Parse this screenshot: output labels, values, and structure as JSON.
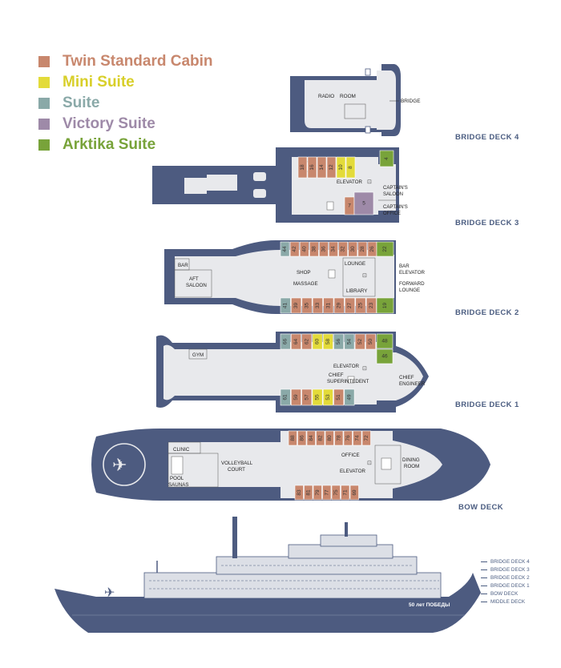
{
  "colors": {
    "twin": "#c8876d",
    "mini": "#e3db3a",
    "suite": "#8aa9a8",
    "victory": "#9e8aa8",
    "arktika": "#78a33a",
    "hull": "#4d5b80",
    "deck_floor": "#e8e9ec",
    "text": "#4a5c80"
  },
  "legend": [
    {
      "label": "Twin Standard Cabin",
      "color": "#c8876d"
    },
    {
      "label": "Mini Suite",
      "color": "#e3db3a"
    },
    {
      "label": "Suite",
      "color": "#8aa9a8"
    },
    {
      "label": "Victory Suite",
      "color": "#9e8aa8"
    },
    {
      "label": "Arktika Suite",
      "color": "#78a33a"
    }
  ],
  "deck_titles": {
    "bridge4": "BRIDGE DECK 4",
    "bridge3": "BRIDGE DECK 3",
    "bridge2": "BRIDGE DECK 2",
    "bridge1": "BRIDGE DECK 1",
    "bow": "BOW DECK"
  },
  "rooms": {
    "radio": "RADIO",
    "room": "ROOM",
    "bridge": "BRIDGE",
    "elevator": "ELEVATOR",
    "captains_saloon": "CAPTAIN'S SALOON",
    "captains_office": "CAPTAIN'S OFFICE",
    "bar": "BAR",
    "aft_saloon": "AFT SALOON",
    "shop": "SHOP",
    "massage": "MASSAGE",
    "lounge": "LOUNGE",
    "library": "LIBRARY",
    "bar_elevator": "BAR ELEVATOR",
    "forward_lounge": "FORWARD LOUNGE",
    "gym": "GYM",
    "chief_superintendent": "CHIEF SUPERINTEDENT",
    "chief_engineer": "CHIEF ENGINEER",
    "clinic": "CLINIC",
    "volleyball_court": "VOLLEYBALL COURT",
    "pool": "POOL",
    "saunas": "SAUNAS",
    "office": "OFFICE",
    "dining_room": "DINING ROOM"
  },
  "cabins": {
    "bridge3_top": [
      {
        "num": "18",
        "type": "twin"
      },
      {
        "num": "16",
        "type": "twin"
      },
      {
        "num": "14",
        "type": "twin"
      },
      {
        "num": "12",
        "type": "twin"
      },
      {
        "num": "10",
        "type": "mini"
      },
      {
        "num": "8",
        "type": "mini"
      }
    ],
    "bridge3_fwd": [
      {
        "num": "4",
        "type": "arktika"
      }
    ],
    "bridge3_bottom": [
      {
        "num": "7",
        "type": "twin"
      },
      {
        "num": "5",
        "type": "victory"
      }
    ],
    "bridge2_top": [
      {
        "num": "44",
        "type": "suite"
      },
      {
        "num": "42",
        "type": "twin"
      },
      {
        "num": "40",
        "type": "twin"
      },
      {
        "num": "38",
        "type": "twin"
      },
      {
        "num": "36",
        "type": "twin"
      },
      {
        "num": "34",
        "type": "twin"
      },
      {
        "num": "32",
        "type": "twin"
      },
      {
        "num": "30",
        "type": "twin"
      },
      {
        "num": "28",
        "type": "twin"
      },
      {
        "num": "26",
        "type": "twin"
      }
    ],
    "bridge2_fwd_top": [
      {
        "num": "22",
        "type": "arktika"
      }
    ],
    "bridge2_bottom": [
      {
        "num": "41",
        "type": "suite"
      },
      {
        "num": "39",
        "type": "twin"
      },
      {
        "num": "35",
        "type": "twin"
      },
      {
        "num": "33",
        "type": "twin"
      },
      {
        "num": "31",
        "type": "twin"
      },
      {
        "num": "29",
        "type": "twin"
      },
      {
        "num": "27",
        "type": "twin"
      },
      {
        "num": "25",
        "type": "twin"
      },
      {
        "num": "23",
        "type": "twin"
      }
    ],
    "bridge2_fwd_bottom": [
      {
        "num": "19",
        "type": "arktika"
      }
    ],
    "bridge1_top": [
      {
        "num": "66",
        "type": "suite"
      },
      {
        "num": "64",
        "type": "twin"
      },
      {
        "num": "62",
        "type": "twin"
      },
      {
        "num": "60",
        "type": "mini"
      },
      {
        "num": "58",
        "type": "mini"
      },
      {
        "num": "56",
        "type": "suite"
      },
      {
        "num": "54",
        "type": "suite"
      },
      {
        "num": "52",
        "type": "twin"
      },
      {
        "num": "50",
        "type": "twin"
      }
    ],
    "bridge1_fwd_top": [
      {
        "num": "48",
        "type": "arktika"
      },
      {
        "num": "46",
        "type": "arktika"
      }
    ],
    "bridge1_bottom": [
      {
        "num": "61",
        "type": "suite"
      },
      {
        "num": "59",
        "type": "twin"
      },
      {
        "num": "57",
        "type": "twin"
      },
      {
        "num": "55",
        "type": "mini"
      },
      {
        "num": "53",
        "type": "mini"
      },
      {
        "num": "51",
        "type": "twin"
      },
      {
        "num": "49",
        "type": "suite"
      }
    ],
    "bow_top": [
      {
        "num": "88",
        "type": "twin"
      },
      {
        "num": "86",
        "type": "twin"
      },
      {
        "num": "84",
        "type": "twin"
      },
      {
        "num": "82",
        "type": "twin"
      },
      {
        "num": "80",
        "type": "twin"
      },
      {
        "num": "78",
        "type": "twin"
      },
      {
        "num": "76",
        "type": "twin"
      },
      {
        "num": "74",
        "type": "twin"
      },
      {
        "num": "72",
        "type": "twin"
      }
    ],
    "bow_bottom": [
      {
        "num": "83",
        "type": "twin"
      },
      {
        "num": "81",
        "type": "twin"
      },
      {
        "num": "79",
        "type": "twin"
      },
      {
        "num": "77",
        "type": "twin"
      },
      {
        "num": "75",
        "type": "twin"
      },
      {
        "num": "71",
        "type": "twin"
      },
      {
        "num": "69",
        "type": "twin"
      }
    ]
  },
  "side_view": {
    "ship_name": "50 лет ПОБЕДЫ",
    "deck_labels": [
      "BRIDGE DECK 4",
      "BRIDGE DECK 3",
      "BRIDGE DECK 2",
      "BRIDGE DECK 1",
      "BOW DECK",
      "MIDDLE DECK"
    ]
  }
}
